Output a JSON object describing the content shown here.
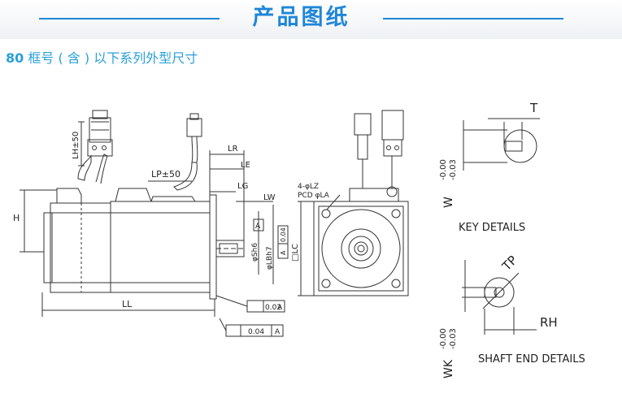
{
  "header": {
    "title": "产品图纸",
    "subtitle_prefix": "80",
    "subtitle_rest": "框号 ( 含 ) 以下系列外型尺寸"
  },
  "drawing": {
    "side_view": {
      "lh": "LH±50",
      "lp": "LP±50",
      "lr": "LR",
      "le": "LE",
      "lg": "LG",
      "lw": "LW",
      "h": "H",
      "ll": "LL",
      "s": "φSh6",
      "lb": "φLBh7",
      "datum_a": "A",
      "runout_small": "0.04",
      "runout_small_ref": "A",
      "tol_1_value": "0.02",
      "tol_1_ref": "A",
      "tol_2_value": "0.04",
      "tol_2_ref": "A"
    },
    "front_view": {
      "holes": "4-φLZ",
      "pcd": "PCD φLA",
      "lc": "□LC"
    },
    "key_details": {
      "t": "T",
      "w_tol_top": "-0.00",
      "w_tol_bottom": "-0.03",
      "w": "W",
      "caption": "KEY DETAILS"
    },
    "shaft_end": {
      "tp": "TP",
      "rh": "RH",
      "wk_tol_top": "-0.00",
      "wk_tol_bottom": "-0.03",
      "wk": "WK",
      "caption": "SHAFT END DETAILS"
    }
  }
}
